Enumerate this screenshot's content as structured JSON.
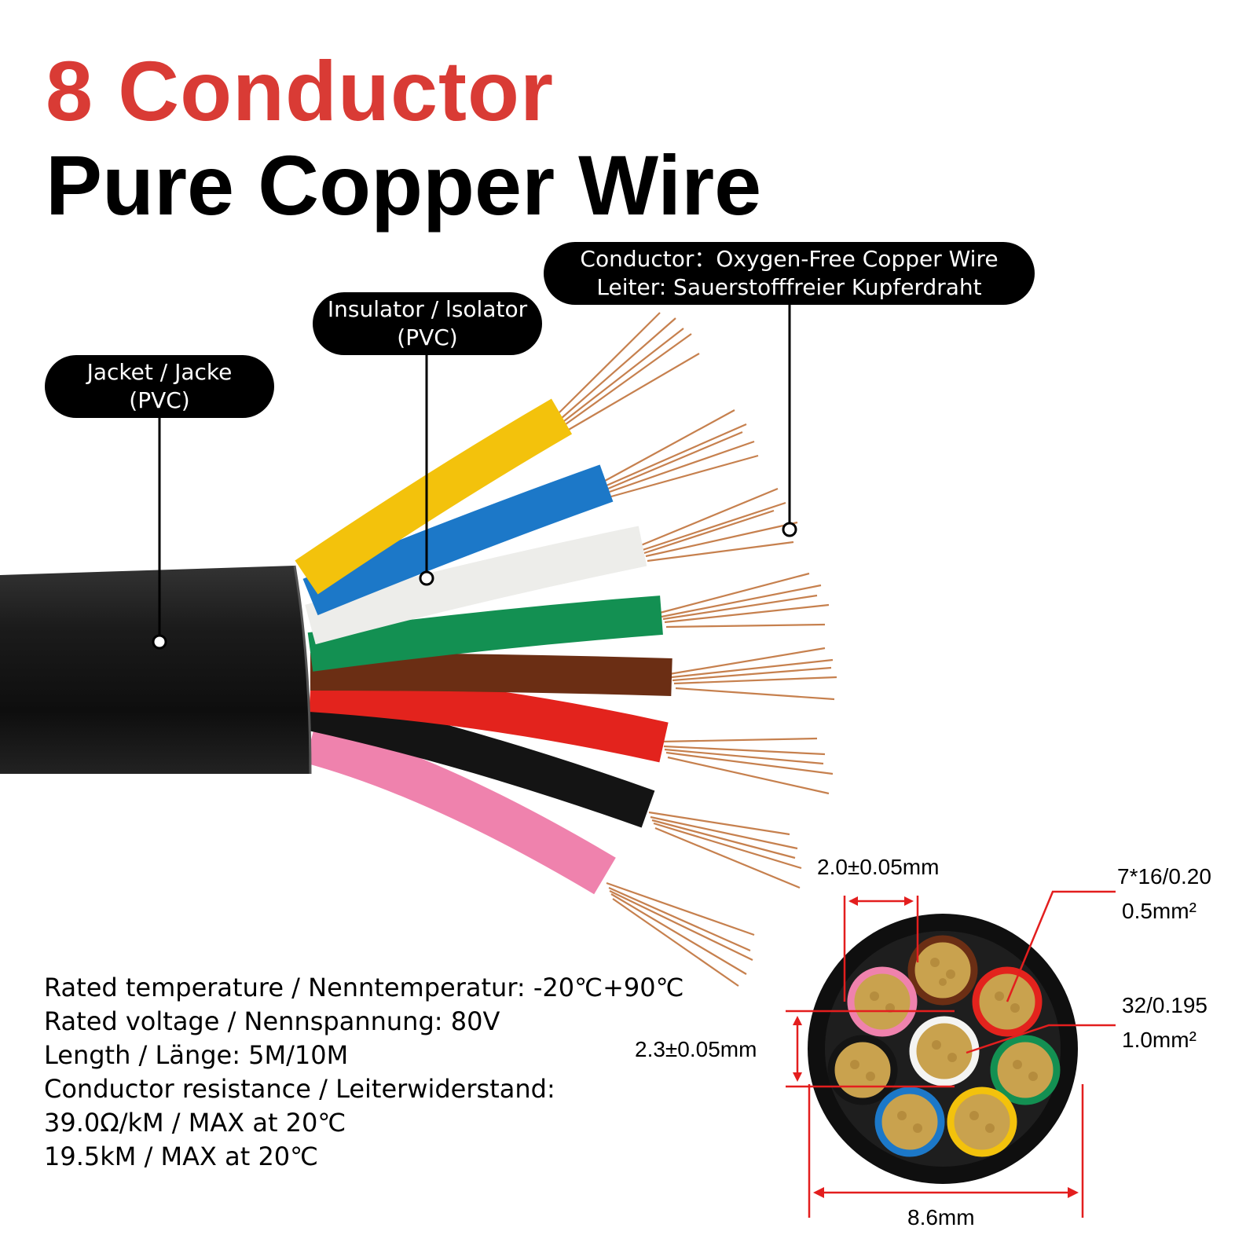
{
  "title": {
    "line1": "8 Conductor",
    "line2": "Pure Copper Wire"
  },
  "callouts": {
    "conductor": {
      "line1": "Conductor：Oxygen-Free Copper Wire",
      "line2": "Leiter: Sauerstofffreier Kupferdraht"
    },
    "insulator": {
      "line1": "Insulator / lsolator",
      "line2": "(PVC)"
    },
    "jacket": {
      "line1": "Jacket / Jacke",
      "line2": "(PVC)"
    }
  },
  "specs": [
    "Rated temperature / Nenntemperatur: -20℃+90℃",
    "Rated voltage / Nennspannung: 80V",
    "Length / Länge: 5M/10M",
    "Conductor resistance / Leiterwiderstand:",
    "39.0Ω/kM / MAX at 20℃",
    "19.5kM / MAX at 20℃"
  ],
  "dimensions": {
    "insulation_thickness": "2.0±0.05mm",
    "core_diameter": "2.3±0.05mm",
    "outer_diameter": "8.6mm",
    "small_core_strand": "7*16/0.20",
    "small_core_area": "0.5mm²",
    "center_core_strand": "32/0.195",
    "center_core_area": "1.0mm²"
  },
  "wire_colors": {
    "yellow": "#f3c20c",
    "blue": "#1c78c8",
    "white": "#f4f4f2",
    "green": "#139052",
    "brown": "#6b2e14",
    "red": "#e3231d",
    "black": "#141414",
    "pink": "#ef82ad",
    "copper": "#c47a45",
    "jacket": "#1a1a1a",
    "dimension_red": "#e31e1e"
  }
}
